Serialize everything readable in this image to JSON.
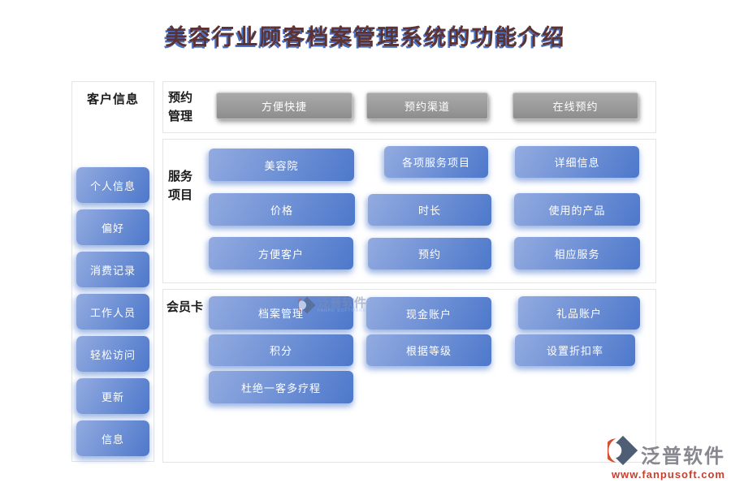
{
  "title": "美容行业顾客档案管理系统的功能介绍",
  "colors": {
    "title_main": "#5d3232",
    "title_shadow": "#4a72c4",
    "button_blue_light": "#93abe0",
    "button_blue_dark": "#4d78cb",
    "button_gray": "#9a9a9a",
    "section_border": "#e4e4e4",
    "logo_gray": "#87878f",
    "logo_red": "#c7402f",
    "logo_slate": "#4f5e74",
    "logo_orange": "#d4502e"
  },
  "left_panel": {
    "title": "客户信息",
    "buttons": [
      "个人信息",
      "偏好",
      "消费记录",
      "工作人员",
      "轻松访问",
      "更新",
      "信息"
    ]
  },
  "sections": {
    "appointment": {
      "label": "预约\n管理",
      "buttons": [
        "方便快捷",
        "预约渠道",
        "在线预约"
      ]
    },
    "service": {
      "label": "服务\n项目",
      "rows": [
        [
          "美容院",
          "各项服务项目",
          "详细信息"
        ],
        [
          "价格",
          "时长",
          "使用的产品"
        ],
        [
          "方便客户",
          "预约",
          "相应服务"
        ]
      ]
    },
    "membership": {
      "label": "会员卡",
      "rows": [
        [
          "档案管理",
          "现金账户",
          "礼品账户"
        ],
        [
          "积分",
          "根据等级",
          "设置折扣率"
        ],
        [
          "杜绝一客多疗程"
        ]
      ]
    }
  },
  "watermark": {
    "name": "泛普软件",
    "sub": "FANPU SOFTWARE"
  },
  "logo": {
    "name": "泛普软件",
    "url": "www.fanpusoft.com"
  }
}
